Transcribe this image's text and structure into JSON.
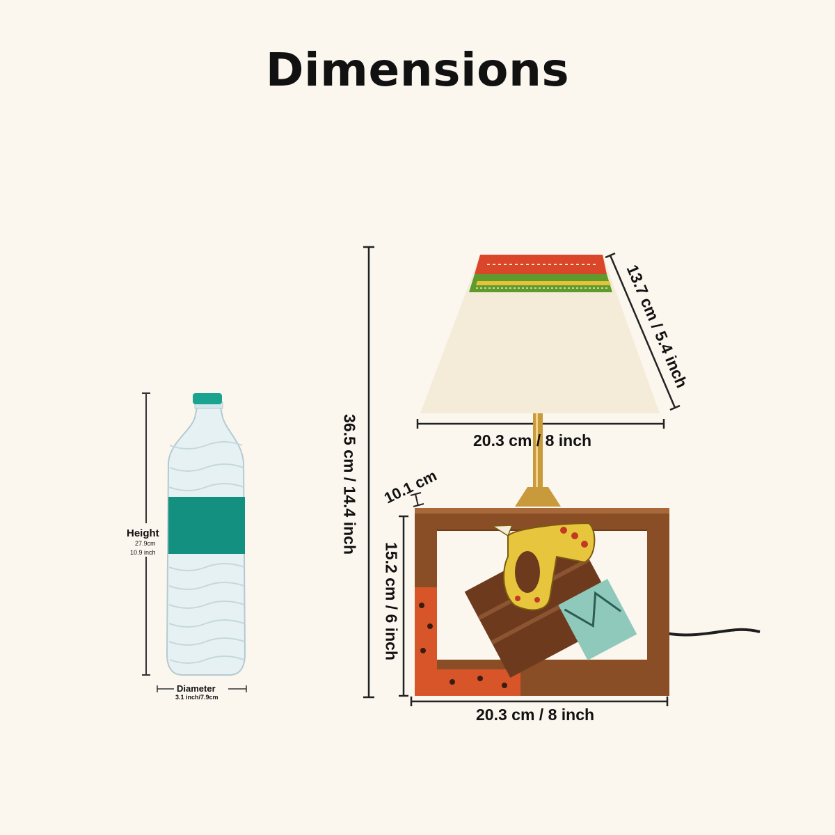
{
  "title": "Dimensions",
  "bottle": {
    "height_label": "Height",
    "height_cm": "27.9cm",
    "height_inch": "10.9 inch",
    "diameter_label": "Diameter",
    "diameter_value": "3.1 inch/7.9cm"
  },
  "lamp": {
    "total_height": "36.5 cm / 14.4 inch",
    "shade_width": "20.3 cm / 8 inch",
    "shade_height": "13.7 cm / 5.4 inch",
    "gap": "10.1 cm",
    "base_height": "15.2 cm / 6 inch",
    "base_width": "20.3 cm / 8 inch"
  },
  "colors": {
    "background": "#fbf6ee",
    "bottle_label": "#13907f",
    "bottle_cap": "#1aa38f",
    "wood": "#8a4e26",
    "shade": "#f4ecd8",
    "shade_red": "#d9462a",
    "shade_green": "#5e9a2c"
  }
}
